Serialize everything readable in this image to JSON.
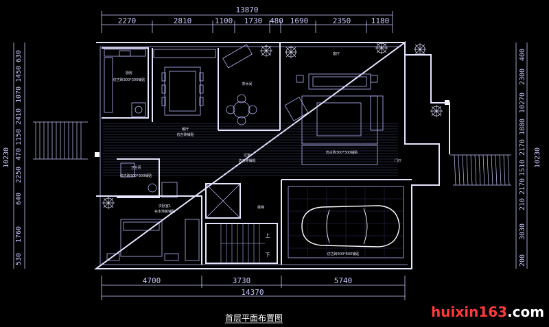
{
  "title": "首层平面布置图",
  "watermark": {
    "red": "huixin163",
    "white": ".com",
    "color": "#ff3a3a"
  },
  "top_dims": {
    "total": "13870",
    "segments": [
      "2270",
      "2810",
      "1100",
      "1730",
      "480",
      "1690",
      "2350",
      "1180"
    ]
  },
  "bottom_dims": {
    "segments": [
      "4700",
      "3730",
      "5740"
    ],
    "total": "14370"
  },
  "left_dims": {
    "total": "10230",
    "segments": [
      "630",
      "1450",
      "1070",
      "2410",
      "1150",
      "470",
      "2250",
      "640",
      "1760",
      "530"
    ]
  },
  "right_dims": {
    "total": "10230",
    "segments": [
      "400",
      "2300",
      "10270",
      "1880",
      "2170",
      "1510",
      "2170",
      "210",
      "3030",
      "200"
    ]
  },
  "rooms": {
    "kitchen": "厨房",
    "kitchen_floor": "仿古砖300*300铺贴",
    "dining": "餐厅",
    "dining_floor": "仿古砖铺贴",
    "tea": "茶水间",
    "living": "客厅",
    "living_floor": "仿古砖300*300铺贴",
    "corridor": "过道",
    "corridor_floor": "仿古砖铺贴",
    "entry": "门厅",
    "bath": "卫生间",
    "bath_floor": "仿古砖300*300铺贴",
    "bedroom": "次卧室1",
    "bedroom_floor": "实木地板铺贴",
    "stair": "楼梯",
    "garage_floor": "仿古砖600*600铺贴",
    "up": "上",
    "down": "下"
  }
}
